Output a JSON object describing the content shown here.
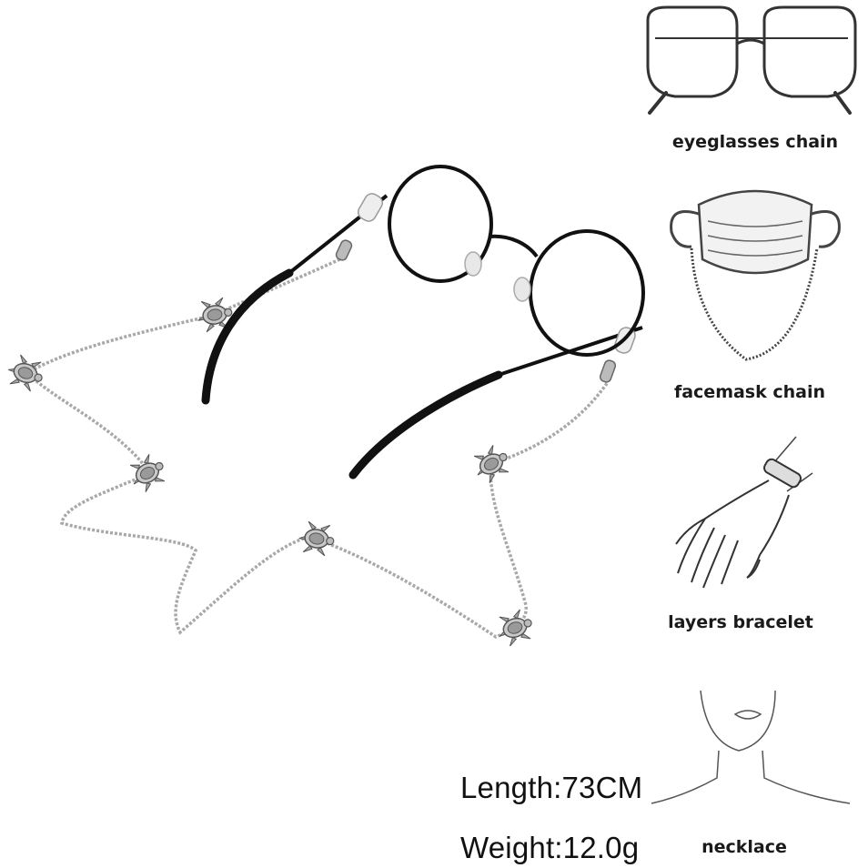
{
  "uses": {
    "eyeglasses": "eyeglasses chain",
    "facemask": "facemask chain",
    "bracelet": "layers bracelet",
    "necklace": "necklace"
  },
  "specs": {
    "length": "Length:73CM",
    "weight": "Weight:12.0g"
  },
  "colors": {
    "background": "#ffffff",
    "chain": "#a8a8a8",
    "frame": "#111111",
    "line_art": "#444444"
  }
}
